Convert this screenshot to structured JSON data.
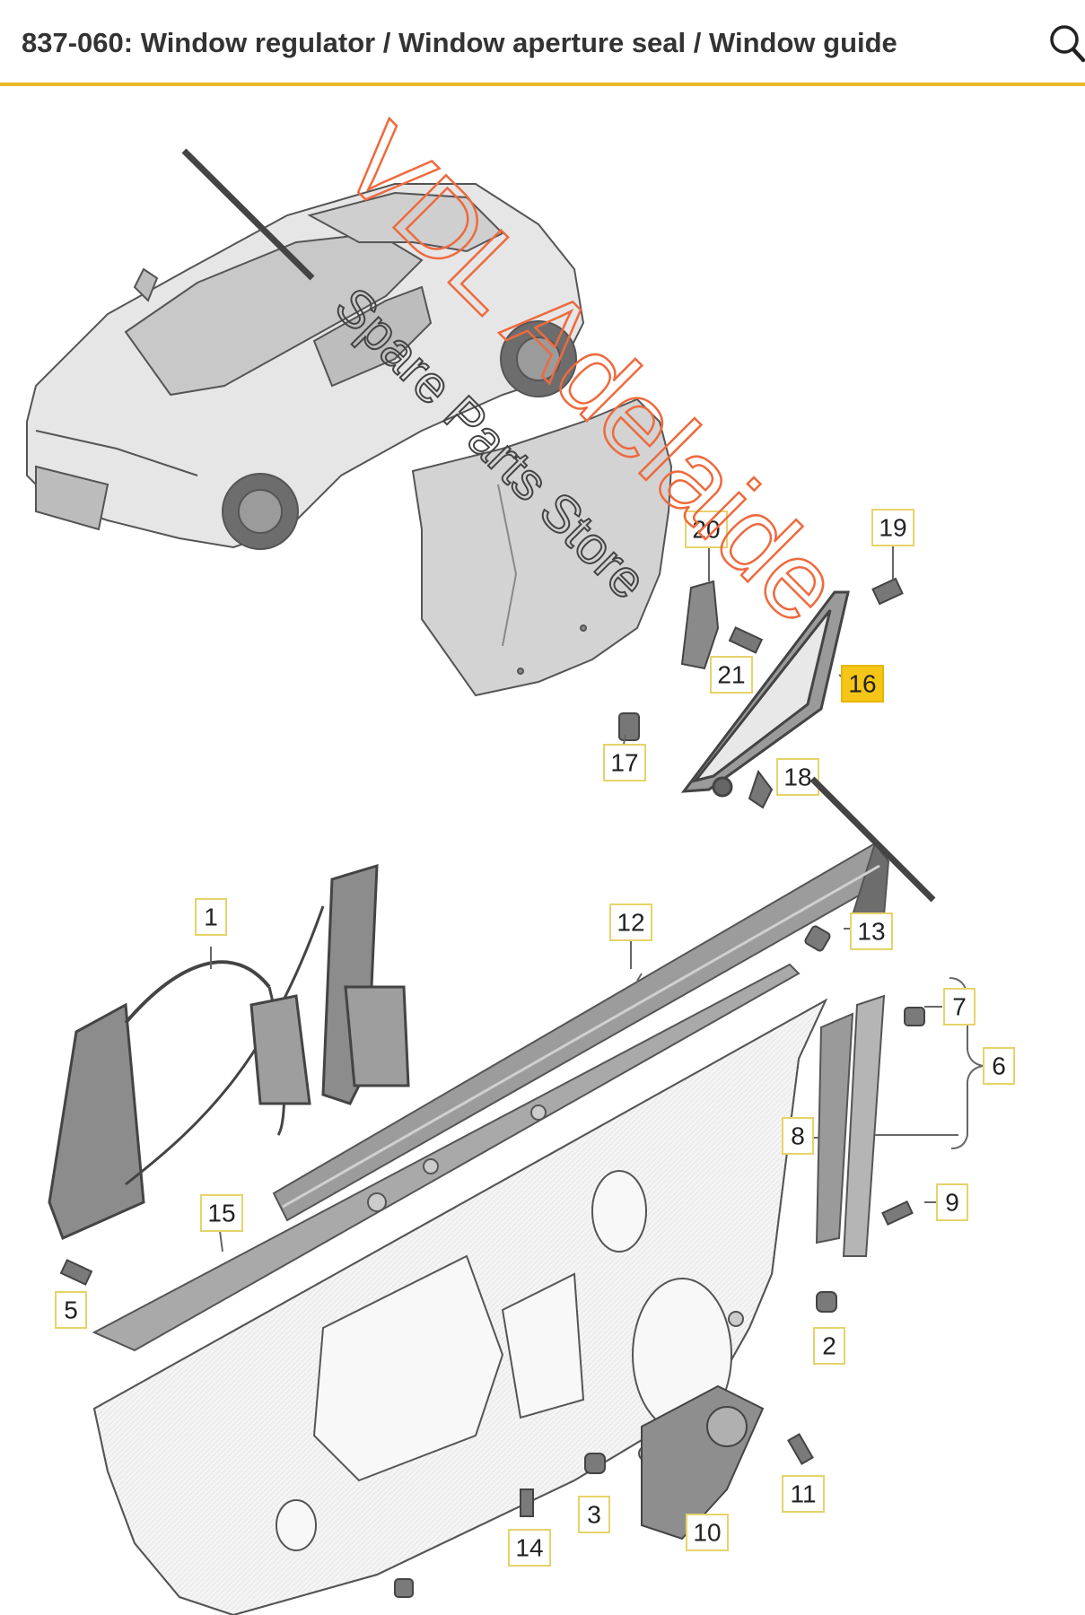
{
  "header": {
    "title": "837-060: Window regulator / Window aperture seal / Window guide",
    "search_icon": "search-icon"
  },
  "watermark": {
    "main": "VDL Adelaide",
    "sub": "Spare Parts Store"
  },
  "colors": {
    "accent": "#e8b828",
    "label_box_border": "#e6d36a",
    "highlight": "#f5c518",
    "watermark_main": "#ee6a3e"
  },
  "callouts": [
    "1",
    "2",
    "3",
    "5",
    "6",
    "7",
    "8",
    "9",
    "10",
    "11",
    "12",
    "13",
    "14",
    "15",
    "16",
    "17",
    "18",
    "19",
    "20",
    "21"
  ],
  "highlighted_callout": "16"
}
